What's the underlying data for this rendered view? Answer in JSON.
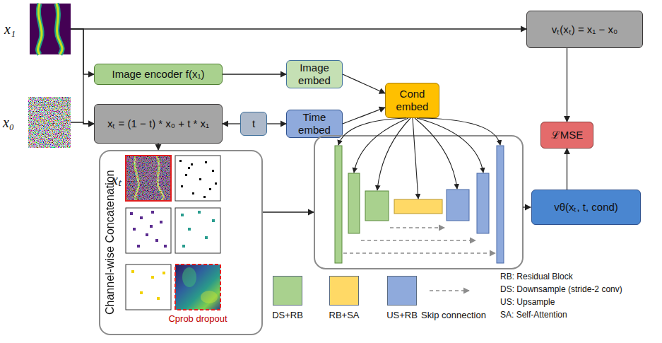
{
  "diagram": {
    "nodes": [
      {
        "text": [
          "x₁"
        ]
      },
      {
        "text": [
          "x₀"
        ]
      },
      {
        "text": [
          "Image encoder f(x₁)"
        ]
      },
      {
        "text": [
          "xₜ = (1 − t) * x₀ + t * x₁"
        ]
      },
      {
        "text": [
          "t"
        ]
      },
      {
        "text": [
          "Image embed"
        ]
      },
      {
        "text": [
          "Time embed"
        ]
      },
      {
        "text": [
          "Cond embed"
        ]
      },
      {
        "text": [
          "vₜ(xₜ) = x₁ − x₀"
        ]
      },
      {
        "text": [
          "ℒMSE"
        ]
      },
      {
        "text": [
          "vθ(xₜ, t, cond)"
        ]
      },
      {
        "text": [
          "Channel-wise Concatenation"
        ]
      }
    ],
    "edges": [
      {
        "from": 0,
        "to": 2,
        "arrow": "to"
      },
      {
        "from": 0,
        "to": 3,
        "arrow": "to"
      },
      {
        "from": 1,
        "to": 3,
        "arrow": "to"
      },
      {
        "from": 0,
        "to": 8,
        "arrow": "to"
      },
      {
        "from": 2,
        "to": 5,
        "arrow": "to"
      },
      {
        "from": 4,
        "to": 3,
        "arrow": "to"
      },
      {
        "from": 4,
        "to": 6,
        "arrow": "to"
      },
      {
        "from": 5,
        "to": 7,
        "arrow": "to"
      },
      {
        "from": 6,
        "to": 7,
        "arrow": "to"
      },
      {
        "from": 8,
        "to": 9,
        "arrow": "to"
      },
      {
        "from": 10,
        "to": 9,
        "arrow": "to"
      },
      {
        "from": 3,
        "to": 11,
        "arrow": "to"
      }
    ],
    "labels": [
      "xₜ",
      "Cprob dropout",
      "RB: Residual Block",
      "DS: Downsample (stride-2 conv)",
      "US: Upsample",
      "SA: Self-Attention"
    ],
    "legend": [
      {
        "text": "DS+RB",
        "color": "#a9d18e"
      },
      {
        "text": "RB+SA",
        "color": "#ffd966"
      },
      {
        "text": "US+RB",
        "color": "#8faadc"
      },
      {
        "text": "Skip connection"
      }
    ]
  }
}
